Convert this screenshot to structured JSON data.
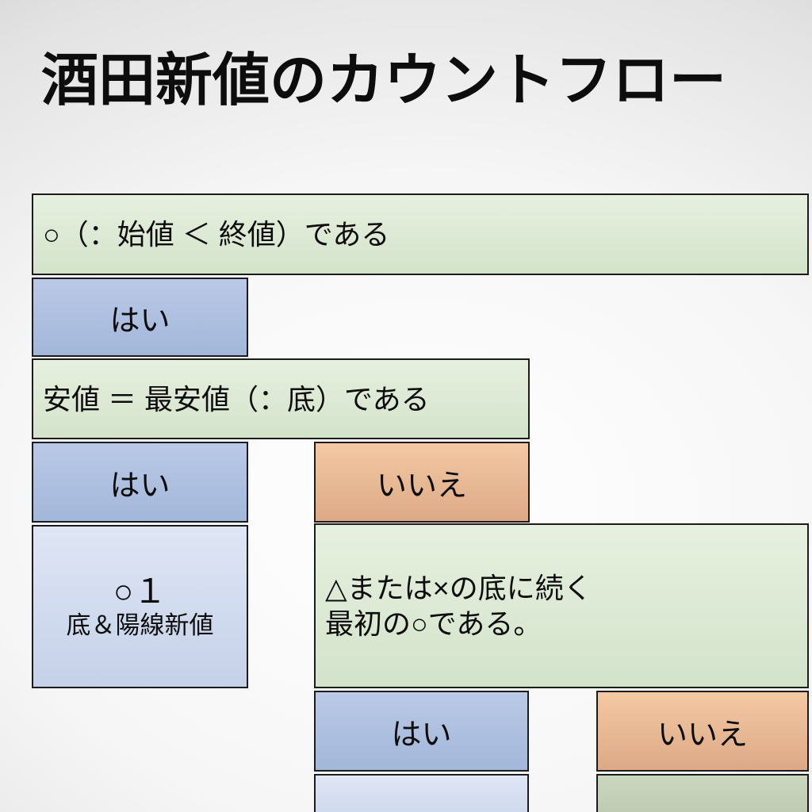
{
  "title": "酒田新値のカウントフロー",
  "flowchart": {
    "step1": {
      "question": "○（：始値 ＜ 終値）である",
      "yes": "はい"
    },
    "step2": {
      "question": "安値 ＝ 最安値（：底）である",
      "yes": "はい",
      "no": "いいえ"
    },
    "result_yes": {
      "line1": "○１",
      "line2": "底＆陽線新値"
    },
    "step3": {
      "question_line1": "△または×の底に続く",
      "question_line2": "最初の○である。",
      "yes": "はい",
      "no": "いいえ"
    }
  },
  "colors": {
    "decision_green_top": "#e7f0df",
    "decision_green_bottom": "#d3e3ca",
    "yes_blue_top": "#bac9e6",
    "yes_blue_bottom": "#a3b7da",
    "no_orange_top": "#f3c9a3",
    "no_orange_bottom": "#dda987",
    "result_periwinkle_top": "#dfe6f5",
    "result_periwinkle_bottom": "#c5d1e9",
    "cutoff_green_top": "#cbd6bf",
    "cutoff_green_bottom": "#b7c5ab",
    "border": "#1c1c1c",
    "text": "#0d0d0d"
  }
}
